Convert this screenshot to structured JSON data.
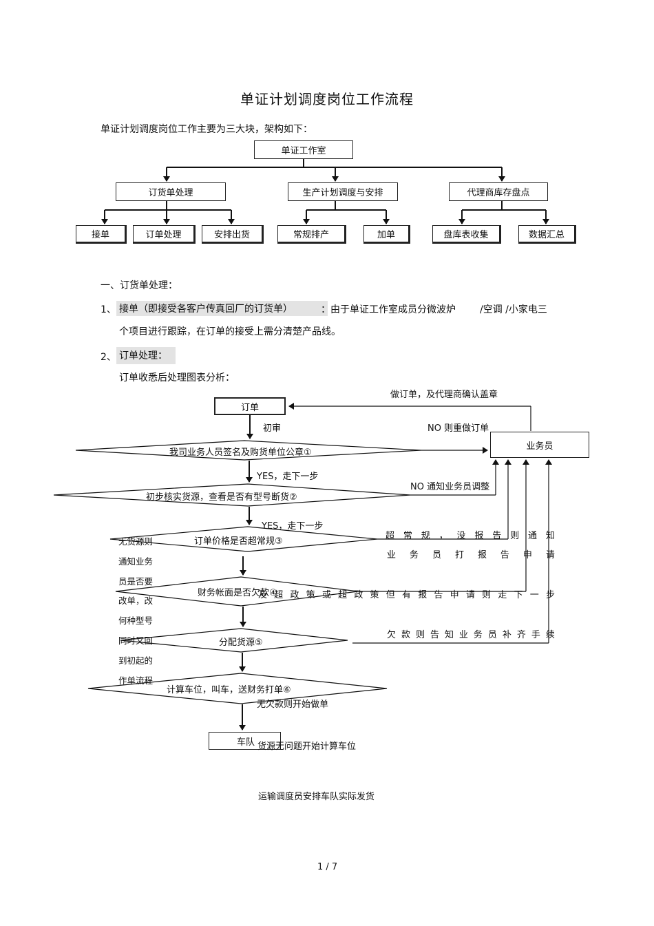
{
  "title": "单证计划调度岗位工作流程",
  "intro": "单证计划调度岗位工作主要为三大块，架构如下：",
  "org": {
    "root": "单证工作室",
    "branches": [
      "订货单处理",
      "生产计划调度与安排",
      "代理商库存盘点"
    ],
    "leaves": [
      "接单",
      "订单处理",
      "安排出货",
      "常规排产",
      "加单",
      "盘库表收集",
      "数据汇总"
    ]
  },
  "section1": {
    "heading": "一、订货单处理：",
    "item1_num": "1、",
    "item1_title": "接单（即接受各客户传真回厂的订货单）",
    "item1_colon": "：",
    "item1_text_a": "由于单证工作室成员分微波炉",
    "item1_text_b": "/空调 /小家电三",
    "item1_text_c": "个项目进行跟踪，在订单的接受上需分清楚产品线。",
    "item2_num": "2、",
    "item2_title": "订单处理：",
    "item2_sub": "订单收悉后处理图表分析："
  },
  "flow": {
    "top_note": "做订单，及代理商确认盖章",
    "order": "订单",
    "first_review": "初审",
    "no_redo": "NO 则重做订单",
    "salesman": "业务员",
    "d1": "我司业务人员签名及购货单位公章①",
    "yes1": "YES，走下一步",
    "no_notify": "NO 通知业务员调整",
    "d2": "初步核实货源，查看是否有型号断货②",
    "yes2": "YES，走下一步",
    "d3": "订单价格是否超常规③",
    "d4": "财务帐面是否欠款④",
    "d5": "分配货源⑤",
    "d6": "计算车位，叫车，送财务打单⑥",
    "fleet": "车队",
    "left_note": "无货源则通知业务员是否要改单，改何种型号同时又回到初起的作单流程",
    "right1": "超 常 规 ， 没 报 告 则 通 知",
    "right2": "业 务 员 打 报 告 申 请",
    "right3": "及 超 政 策 或 超 政 策 但 有 报 告 申 请 则 走 下 一 步",
    "right4": "欠 款 则 告 知 业 务 员 补 齐 手 续",
    "no_debt": "无欠款则开始做单",
    "source_ok": "货源无问题开始计算车位",
    "transport": "运输调度员安排车队实际发货"
  },
  "page_number": "1 / 7"
}
